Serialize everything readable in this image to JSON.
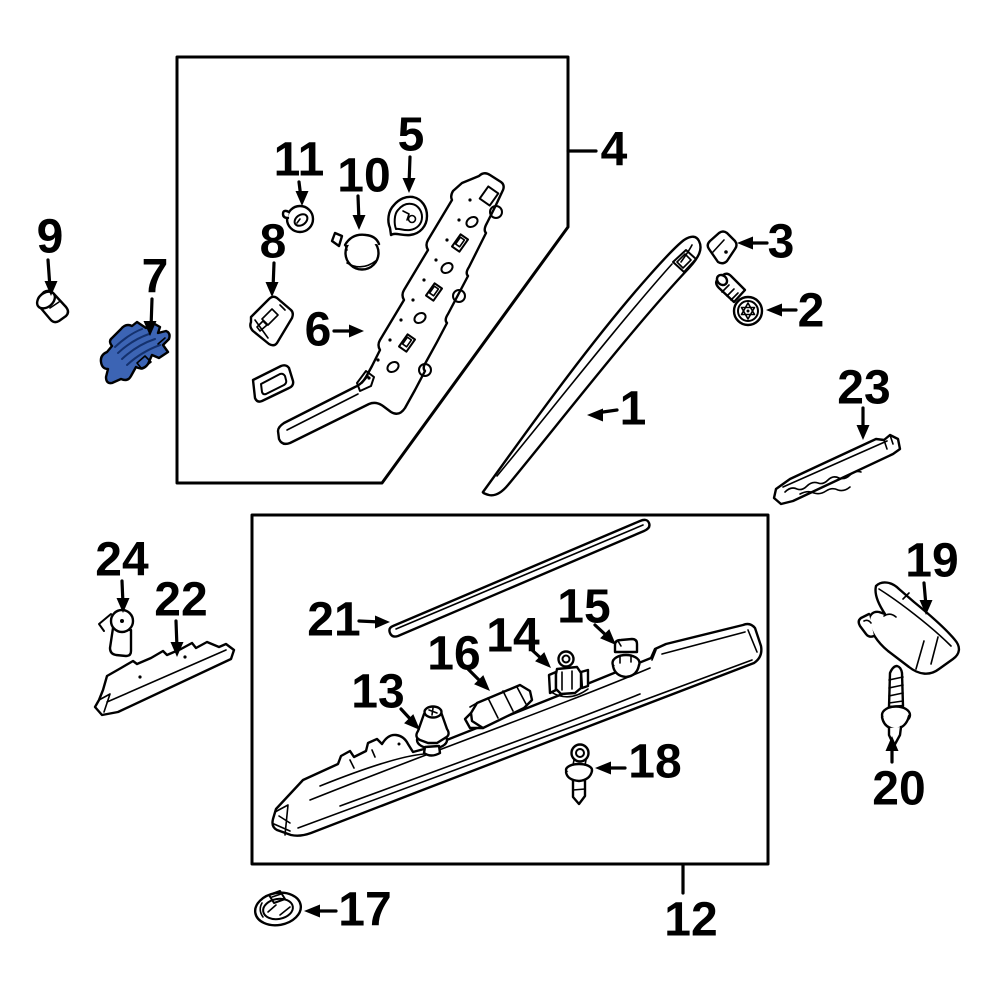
{
  "diagram": {
    "kind": "exploded-parts-diagram",
    "background_color": "#ffffff",
    "line_color": "#000000",
    "highlight_color": "#3c64b4"
  },
  "labels": {
    "p1": "1",
    "p2": "2",
    "p3": "3",
    "p4": "4",
    "p5": "5",
    "p6": "6",
    "p7": "7",
    "p8": "8",
    "p9": "9",
    "p10": "10",
    "p11": "11",
    "p12": "12",
    "p13": "13",
    "p14": "14",
    "p15": "15",
    "p16": "16",
    "p17": "17",
    "p18": "18",
    "p19": "19",
    "p20": "20",
    "p21": "21",
    "p22": "22",
    "p23": "23",
    "p24": "24"
  }
}
